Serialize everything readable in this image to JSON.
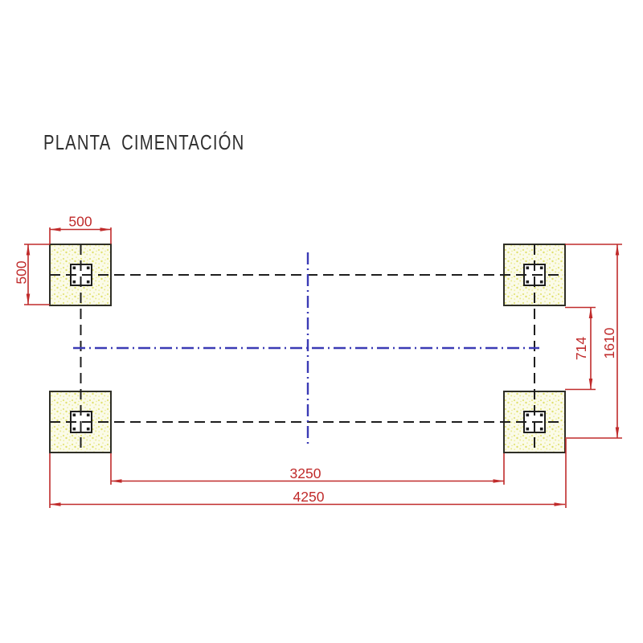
{
  "title": {
    "text": "PLANTA CIMENTACIÓN"
  },
  "colors": {
    "dimension_red": "#c02b2b",
    "centerline_blue": "#3b3bb5",
    "grid_black": "#1e1e1e",
    "footing_outline": "#2e2e26",
    "footing_fill": "#fbfbe9",
    "footing_stipple_dot": "#e4e47a",
    "background": "#ffffff"
  },
  "drawing": {
    "footings": [
      {
        "id": "top-left"
      },
      {
        "id": "top-right"
      },
      {
        "id": "bottom-left"
      },
      {
        "id": "bottom-right"
      }
    ],
    "columns_per_footing": 1,
    "grid_lines": [
      "row-top",
      "row-bottom",
      "column-left",
      "column-right"
    ],
    "centerlines": [
      "horizontal-axis",
      "vertical-axis"
    ]
  },
  "dimensions": {
    "footing_width": {
      "value": "500",
      "orientation": "horizontal",
      "location": "top-left footing, top"
    },
    "footing_height": {
      "value": "500",
      "orientation": "vertical",
      "location": "top-left footing, left"
    },
    "clear_gap_right": {
      "value": "714",
      "orientation": "vertical",
      "location": "right side, between footings"
    },
    "overall_height_right": {
      "value": "1610",
      "orientation": "vertical",
      "location": "far right"
    },
    "inner_span_bottom": {
      "value": "3250",
      "orientation": "horizontal",
      "location": "bottom, between inner footing edges"
    },
    "overall_span_bottom": {
      "value": "4250",
      "orientation": "horizontal",
      "location": "bottom, between outer footing edges"
    }
  }
}
